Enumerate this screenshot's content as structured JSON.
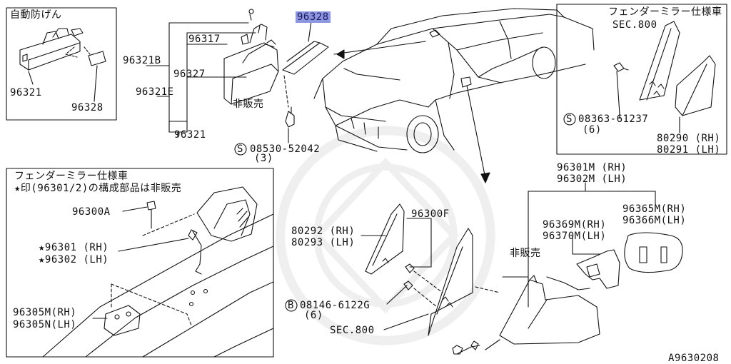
{
  "drawing_id": "A9630208",
  "colors": {
    "highlight": "#8f96e0",
    "line": "#111111",
    "background": "#ffffff"
  },
  "box_autodim": {
    "title": "自動防げん",
    "parts": [
      "96321",
      "96328"
    ]
  },
  "box_fender_top": {
    "title": "フェンダーミラー仕様車",
    "section": "SEC.800",
    "fastener": "08363-61237",
    "fastener_qty": "(6)",
    "covers": [
      "80290 (RH)",
      "80291 (LH)"
    ]
  },
  "box_fender_left": {
    "title": "フェンダーミラー仕様車",
    "note": "★印(96301/2)の構成部品は非販売",
    "screw": "96300A",
    "mirror_rh": "★96301 (RH)",
    "mirror_lh": "★96302 (LH)",
    "base_a": "96305M(RH)",
    "base_b": "96305N(LH)"
  },
  "inner_mirror": {
    "highlighted_part": "96328",
    "parts": [
      "96321B",
      "96317",
      "96327",
      "96321E",
      "96321"
    ],
    "not_sold": "非販売",
    "screw": "08530-52042",
    "screw_qty": "(3)"
  },
  "door_mirror": {
    "assy_rh": "96301M (RH)",
    "assy_lh": "96302M (LH)",
    "motor_rh": "96369M(RH)",
    "motor_lh": "96370M(LH)",
    "glass_rh": "96365M(RH)",
    "glass_lh": "96366M(LH)",
    "not_sold": "非販売",
    "cover_rh": "80292 (RH)",
    "cover_lh": "80293 (LH)",
    "clip": "96300F",
    "bolt": "08146-6122G",
    "bolt_qty": "(6)",
    "section": "SEC.800"
  },
  "icons": {
    "s_circle": "S",
    "b_circle": "B"
  }
}
